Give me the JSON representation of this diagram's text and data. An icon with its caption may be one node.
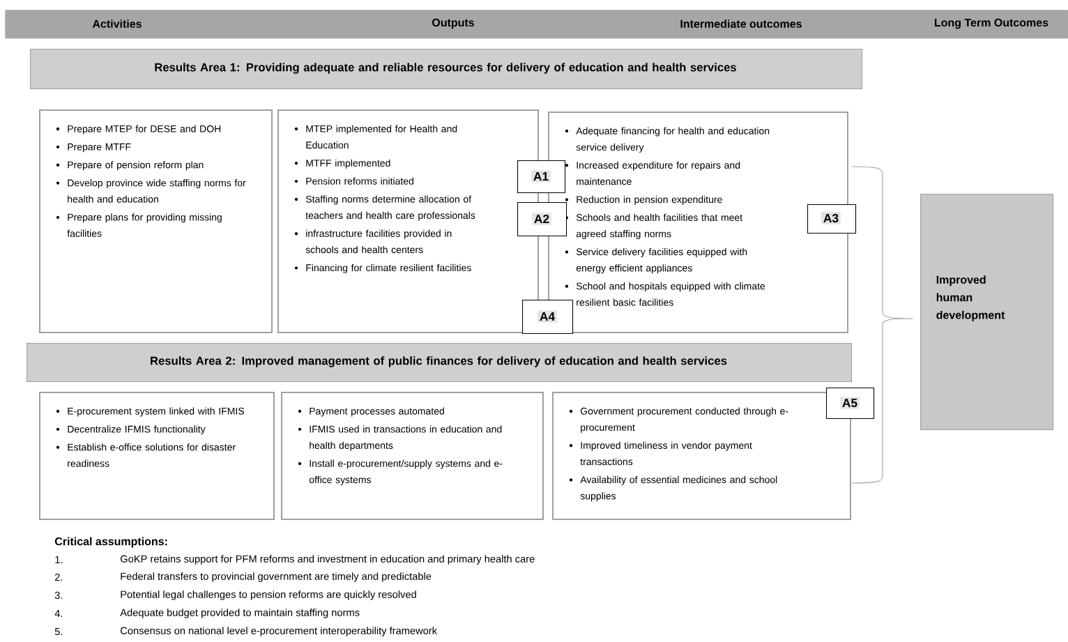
{
  "diagram": {
    "nodes": [
      {
        "text": [
          "Activities",
          "Outputs",
          "Intermediate outcomes",
          "Long Term Outcomes"
        ]
      },
      {
        "text": [
          "Results Area 1: Providing adequate and reliable resources for delivery of education and health services"
        ]
      },
      {
        "text": [
          "Prepare MTEP for DESE and DOH",
          "Prepare MTFF",
          "Prepare of pension reform plan",
          "Develop province wide staffing norms for health and education",
          "Prepare plans for providing missing facilities"
        ]
      },
      {
        "text": [
          "MTEP implemented for Health and Education",
          "MTFF implemented",
          "Pension reforms initiated",
          "Staffing norms determine allocation of teachers and health care professionals",
          "infrastructure facilities provided in schools and health centers",
          "Financing for climate resilient facilities"
        ]
      },
      {
        "text": [
          "Adequate financing for health and education service delivery",
          "Increased expenditure for repairs and maintenance",
          "Reduction in pension expenditure",
          "Schools and health facilities that meet agreed staffing norms",
          "Service delivery facilities equipped with energy efficient appliances",
          "School and hospitals equipped with climate resilient basic facilities"
        ]
      },
      {
        "text": [
          "A1"
        ]
      },
      {
        "text": [
          "A2"
        ]
      },
      {
        "text": [
          "A3"
        ]
      },
      {
        "text": [
          "A4"
        ]
      },
      {
        "text": [
          "Results Area 2: Improved management of public finances for delivery of education and health services"
        ]
      },
      {
        "text": [
          "E-procurement system linked with IFMIS",
          "Decentralize IFMIS functionality",
          "Establish e-office solutions for disaster readiness"
        ]
      },
      {
        "text": [
          "Payment processes automated",
          "IFMIS used in transactions in education and health departments",
          "Install e-procurement/supply systems and e-office systems"
        ]
      },
      {
        "text": [
          "Government procurement conducted through e-procurement",
          "Improved timeliness in vendor payment transactions",
          "Availability of essential medicines and school supplies"
        ]
      },
      {
        "text": [
          "A5"
        ]
      },
      {
        "text": [
          "Improved human development"
        ]
      }
    ],
    "labels": [
      "Critical assumptions:",
      "1.",
      "GoKP retains support for PFM reforms and investment in education and primary health care",
      "2.",
      "Federal transfers to provincial government are timely and predictable",
      "3.",
      "Potential legal challenges to pension reforms are quickly resolved",
      "4.",
      "Adequate budget provided to maintain staffing norms",
      "5.",
      "Consensus on national level e-procurement interoperability framework"
    ]
  }
}
